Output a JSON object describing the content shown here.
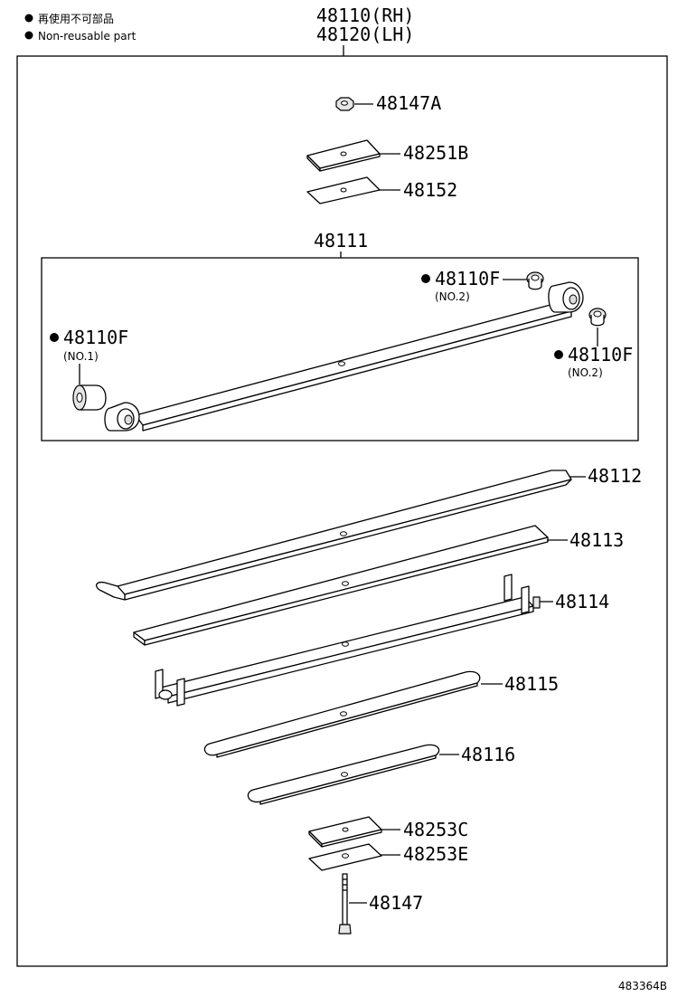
{
  "legend": {
    "japanese": "再使用不可部品",
    "english": "Non-reusable part"
  },
  "header": {
    "rh": "48110(RH)",
    "lh": "48120(LH)"
  },
  "assembly_label": "48111",
  "parts": {
    "p48147A": "48147A",
    "p48251B": "48251B",
    "p48152": "48152",
    "p48110F_left": "48110F",
    "p48110F_left_no": "(NO.1)",
    "p48110F_top": "48110F",
    "p48110F_top_no": "(NO.2)",
    "p48110F_right": "48110F",
    "p48110F_right_no": "(NO.2)",
    "p48112": "48112",
    "p48113": "48113",
    "p48114": "48114",
    "p48115": "48115",
    "p48116": "48116",
    "p48253C": "48253C",
    "p48253E": "48253E",
    "p48147": "48147"
  },
  "figure_code": "483364B"
}
